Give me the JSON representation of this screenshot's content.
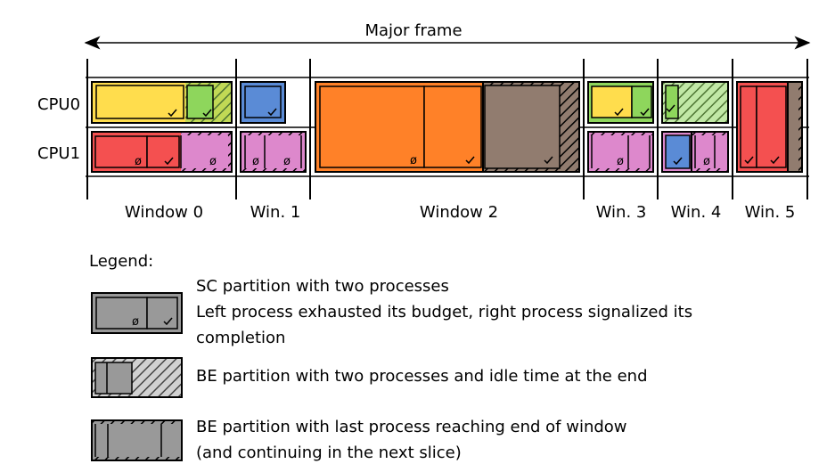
{
  "title": "Major frame",
  "cpus": [
    "CPU0",
    "CPU1"
  ],
  "windows": [
    "Window 0",
    "Win. 1",
    "Window 2",
    "Win. 3",
    "Win. 4",
    "Win. 5"
  ],
  "colors": {
    "yellow": "#ffdd4d",
    "green": "#8ed65c",
    "blue": "#5a8bd6",
    "orange": "#ff8128",
    "brown": "#917c6f",
    "red": "#f45050",
    "pink": "#dd88cc",
    "gray": "#999999"
  },
  "legend": {
    "heading": "Legend:",
    "sc_line1": "SC partition with two processes",
    "sc_line2": "Left process exhausted its budget, right process signalized its",
    "sc_line3": "completion",
    "be_idle": "BE partition with two processes and idle time at the end",
    "be_cont_line1": "BE partition with last process reaching end of window",
    "be_cont_line2": "(and continuing in the next slice)"
  },
  "marks": {
    "budget_exhausted": "ø",
    "completed": "check-icon"
  }
}
